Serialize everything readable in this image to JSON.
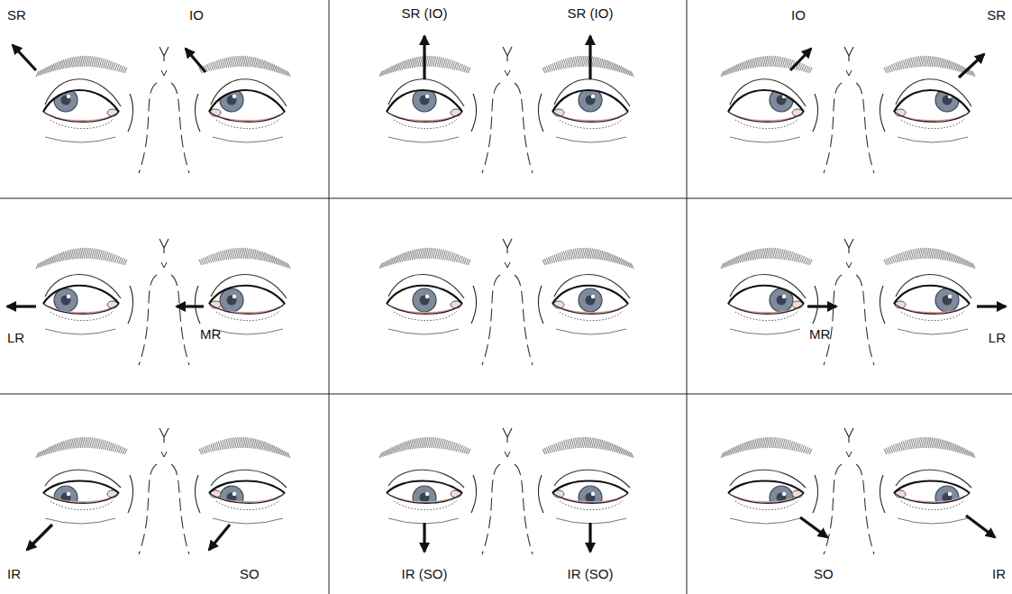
{
  "diagram": {
    "labels": [
      "SR",
      "IO",
      "SR (IO)",
      "SR (IO)",
      "IO",
      "SR",
      "LR",
      "MR",
      "MR",
      "LR",
      "IR",
      "SO",
      "IR (SO)",
      "IR (SO)",
      "SO",
      "IR"
    ]
  }
}
